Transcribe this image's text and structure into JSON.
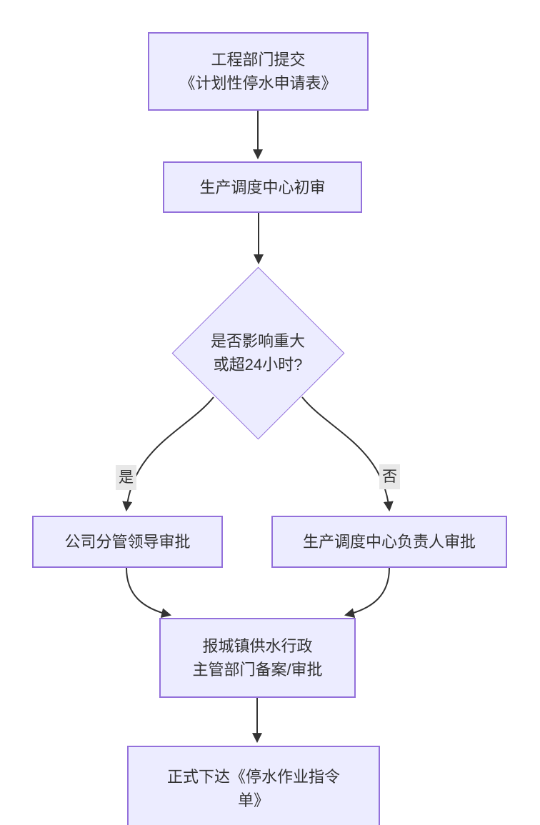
{
  "flowchart": {
    "nodes": {
      "submit": {
        "label": "工程部门提交\n《计划性停水申请表》"
      },
      "initial_review": {
        "label": "生产调度中心初审"
      },
      "decision": {
        "label": "是否影响重大\n或超24小时?"
      },
      "leader_approval": {
        "label": "公司分管领导审批"
      },
      "dispatch_head_approval": {
        "label": "生产调度中心负责人审批"
      },
      "gov_record": {
        "label": "报城镇供水行政\n主管部门备案/审批"
      },
      "issue_order": {
        "label": "正式下达《停水作业指令\n单》"
      }
    },
    "edge_labels": {
      "yes": "是",
      "no": "否"
    },
    "colors": {
      "node_fill": "#ECECFF",
      "node_border": "#9370DB",
      "edge_line": "#333333",
      "edge_label_bg": "#E8E8E8",
      "text": "#333333",
      "background": "#FFFFFF"
    }
  }
}
